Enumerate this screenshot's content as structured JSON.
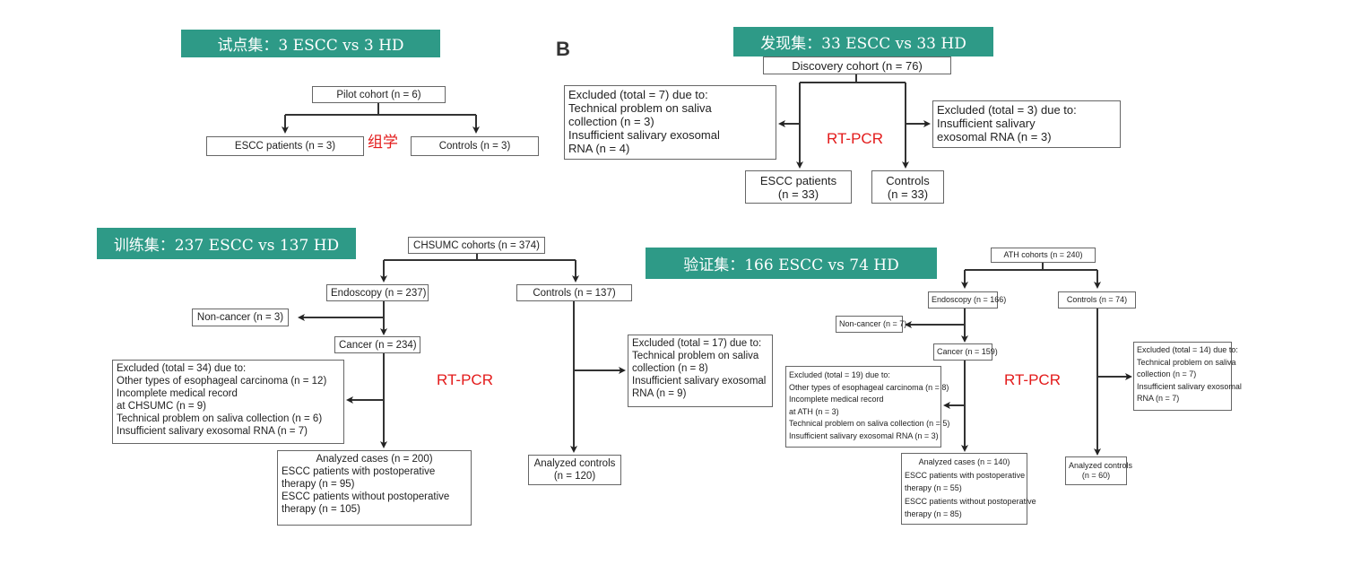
{
  "panel_a": {
    "banner": "试点集：3 ESCC vs 3 HD",
    "pilot": "Pilot cohort (n = 6)",
    "escc": "ESCC patients (n = 3)",
    "controls": "Controls (n = 3)",
    "method": "组学"
  },
  "panel_b": {
    "letter": "B",
    "banner": "发现集：33 ESCC vs 33 HD",
    "discovery": "Discovery cohort (n = 76)",
    "excluded_left": [
      "Excluded (total = 7) due to:",
      "Technical problem on saliva",
      "collection (n = 3)",
      "Insufficient salivary exosomal",
      "RNA (n = 4)"
    ],
    "excluded_right": [
      "Excluded (total = 3) due to:",
      "Insufficient salivary",
      "exosomal RNA (n = 3)"
    ],
    "escc": [
      "ESCC patients",
      "(n = 33)"
    ],
    "controls": [
      "Controls",
      "(n = 33)"
    ],
    "method": "RT-PCR"
  },
  "panel_c": {
    "banner": "训练集：237 ESCC vs 137 HD",
    "cohort": "CHSUMC cohorts (n = 374)",
    "endoscopy": "Endoscopy (n = 237)",
    "controls": "Controls (n = 137)",
    "non_cancer": "Non-cancer (n = 3)",
    "cancer": "Cancer (n = 234)",
    "excluded_left": [
      "Excluded (total = 34) due to:",
      "Other types of esophageal carcinoma (n = 12)",
      "Incomplete medical record",
      "at CHSUMC (n = 9)",
      "Technical problem on saliva collection (n = 6)",
      "Insufficient salivary exosomal RNA (n = 7)"
    ],
    "excluded_right": [
      "Excluded (total = 17) due to:",
      "Technical problem on saliva",
      "collection (n = 8)",
      "Insufficient salivary exosomal",
      "RNA (n = 9)"
    ],
    "analyzed_cases": [
      "Analyzed cases (n = 200)",
      "ESCC patients with postoperative",
      "therapy (n = 95)",
      "ESCC patients without postoperative",
      "therapy (n = 105)"
    ],
    "analyzed_controls": [
      "Analyzed controls",
      "(n = 120)"
    ],
    "method": "RT-PCR"
  },
  "panel_d": {
    "banner": "验证集：166 ESCC vs 74 HD",
    "cohort": "ATH cohorts (n = 240)",
    "endoscopy": "Endoscopy (n = 166)",
    "controls": "Controls (n = 74)",
    "non_cancer": "Non-cancer (n = 7)",
    "cancer": "Cancer (n = 159)",
    "excluded_left": [
      "Excluded (total = 19) due to:",
      "Other types of esophageal carcinoma (n = 8)",
      "Incomplete medical record",
      "at ATH (n = 3)",
      "Technical problem on saliva collection (n = 5)",
      "Insufficient salivary exosomal RNA (n = 3)"
    ],
    "excluded_right": [
      "Excluded (total = 14) due to:",
      "Technical problem on saliva",
      "collection (n = 7)",
      "Insufficient salivary exosomal",
      "RNA (n = 7)"
    ],
    "analyzed_cases": [
      "Analyzed cases (n = 140)",
      "ESCC patients with postoperative",
      "therapy (n = 55)",
      "ESCC patients without postoperative",
      "therapy (n = 85)"
    ],
    "analyzed_controls": [
      "Analyzed controls",
      "(n = 60)"
    ],
    "method": "RT-PCR"
  },
  "colors": {
    "banner": "#2e9a87",
    "method_label": "#e31b1b"
  }
}
